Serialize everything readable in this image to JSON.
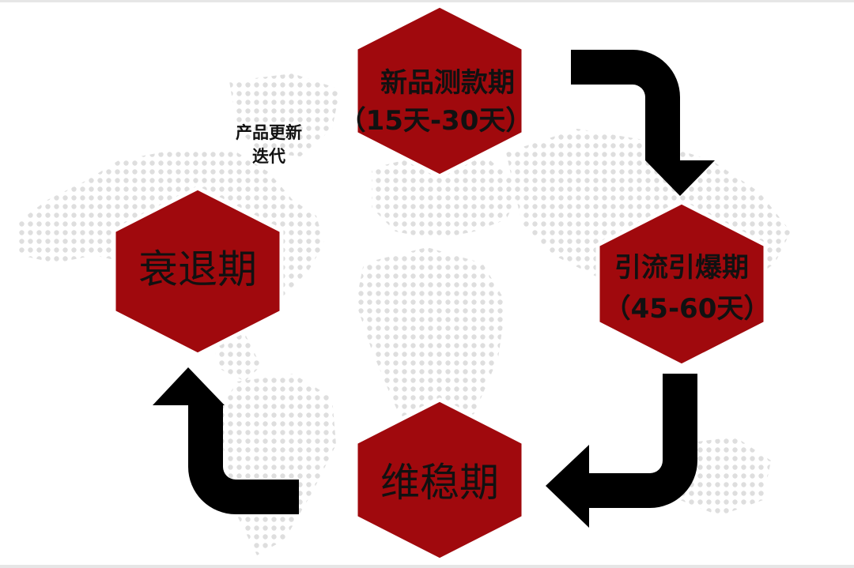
{
  "colors": {
    "hexagon_fill": "#a0090d",
    "hexagon_stroke": "#ffffff",
    "arrow": "#000000",
    "map_dots": "#dcdcdc",
    "text": "#111111"
  },
  "stages": [
    {
      "name": "新品测款期",
      "duration": "（15天-30天）"
    },
    {
      "name": "引流引爆期",
      "duration": "（45-60天）"
    },
    {
      "name": "维稳期"
    },
    {
      "name": "衰退期"
    }
  ],
  "note": {
    "line1": "产品更新",
    "line2": "迭代"
  },
  "arrows": [
    {
      "from": "新品测款期",
      "to": "引流引爆期"
    },
    {
      "from": "引流引爆期",
      "to": "维稳期"
    },
    {
      "from": "维稳期",
      "to": "衰退期"
    }
  ]
}
